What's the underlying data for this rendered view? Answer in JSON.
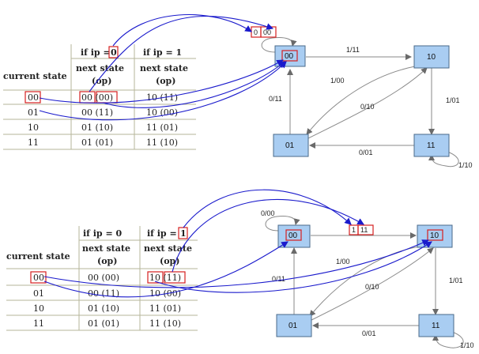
{
  "tables": [
    {
      "header_ip0": "if ip = 0",
      "header_ip0_value": "0",
      "header_ip1": "if ip = 1",
      "col_current": "current state",
      "col_next": "next state",
      "col_op": "(op)",
      "rows": [
        {
          "cur": "00",
          "n0": "00 (00)",
          "n1": "10 (11)"
        },
        {
          "cur": "01",
          "n0": "00 (11)",
          "n1": "10 (00)"
        },
        {
          "cur": "10",
          "n0": "01 (10)",
          "n1": "11 (01)"
        },
        {
          "cur": "11",
          "n0": "01 (01)",
          "n1": "11 (10)"
        }
      ]
    },
    {
      "header_ip0": "if ip = 0",
      "header_ip1": "if ip = 1",
      "header_ip1_value": "1",
      "col_current": "current state",
      "col_next": "next state",
      "col_op": "(op)",
      "rows": [
        {
          "cur": "00",
          "n0": "00 (00)",
          "n1": "10 (11)"
        },
        {
          "cur": "01",
          "n0": "00 (11)",
          "n1": "10 (00)"
        },
        {
          "cur": "10",
          "n0": "01 (10)",
          "n1": "11 (01)"
        },
        {
          "cur": "11",
          "n0": "01 (01)",
          "n1": "11 (10)"
        }
      ]
    }
  ],
  "diagrams": [
    {
      "states": [
        "00",
        "10",
        "01",
        "11"
      ],
      "self_loop_00": "0/00",
      "self_loop_00_prefix": "0",
      "self_loop_00_suffix": "00",
      "self_loop_11": "1/10",
      "edge_00_10": "1/11",
      "edge_10_01": "1/00",
      "edge_01_10": "0/10",
      "edge_01_00": "0/11",
      "edge_10_11": "1/01",
      "edge_11_01": "0/01"
    },
    {
      "states": [
        "00",
        "10",
        "01",
        "11"
      ],
      "self_loop_00": "0/00",
      "self_loop_11": "1/10",
      "edge_00_10": "1/11",
      "edge_00_10_prefix": "1",
      "edge_00_10_suffix": "11",
      "edge_10_01": "1/00",
      "edge_01_10": "0/10",
      "edge_01_00": "0/11",
      "edge_10_11": "1/01",
      "edge_11_01": "0/01"
    }
  ],
  "colors": {
    "state_fill": "#a9cdf2",
    "state_stroke": "#4a6a8a",
    "edge_gray": "#8a8a8a",
    "arrow_blue": "#1a1acc",
    "highlight_red": "#d62020",
    "table_line": "#b5b59a"
  }
}
